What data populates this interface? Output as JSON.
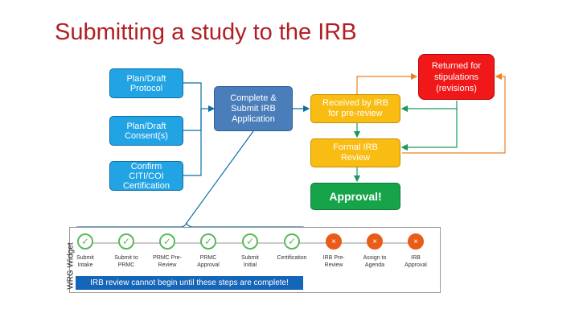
{
  "slide": {
    "title": "Submitting a study to the IRB"
  },
  "flow": {
    "plan_protocol": "Plan/Draft\nProtocol",
    "plan_consent": "Plan/Draft\nConsent(s)",
    "confirm_citi": "Confirm\nCITI/COI\nCertification",
    "complete_submit": "Complete &\nSubmit IRB\nApplication",
    "received": "Received by IRB\nfor pre-review",
    "formal_review": "Formal IRB\nReview",
    "approval": "Approval!",
    "returned": "Returned for\nstipulations\n(revisions)"
  },
  "widget": {
    "label": "WRG Widget",
    "steps": [
      {
        "label": "Submit\nIntake",
        "status": "complete"
      },
      {
        "label": "Submit to\nPRMC",
        "status": "complete"
      },
      {
        "label": "PRMC Pre-\nReview",
        "status": "complete"
      },
      {
        "label": "PRMC\nApproval",
        "status": "complete"
      },
      {
        "label": "Submit\nInitial",
        "status": "complete"
      },
      {
        "label": "Certification",
        "status": "complete"
      },
      {
        "label": "IRB Pre-\nReview",
        "status": "pending"
      },
      {
        "label": "Assign to\nAgenda",
        "status": "pending"
      },
      {
        "label": "IRB\nApproval",
        "status": "pending"
      }
    ],
    "banner": "IRB review cannot begin until these steps are complete!"
  },
  "colors": {
    "title": "#b11f24",
    "connector_blue": "#0b6ea8",
    "connector_green": "#1a9a5a",
    "connector_orange": "#ef7d22",
    "step_complete": "#5cb85c",
    "step_pending": "#e85c18"
  }
}
